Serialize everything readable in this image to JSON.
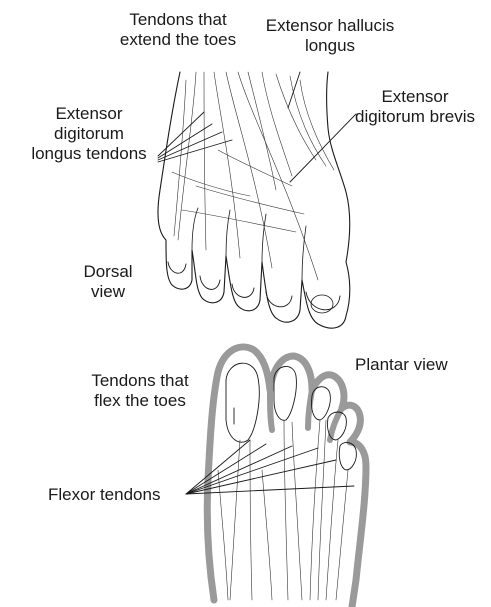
{
  "dorsal": {
    "toes_extend_label": "Tendons that\nextend the toes",
    "hallucis_label": "Extensor hallucis\nlongus",
    "digitorum_longus_label": "Extensor\ndigitorum\nlongus tendons",
    "digitorum_brevis_label": "Extensor\ndigitorum brevis",
    "view_label": "Dorsal\nview"
  },
  "plantar": {
    "view_label": "Plantar view",
    "toes_flex_label": "Tendons that\nflex the toes",
    "flexor_label": "Flexor tendons"
  },
  "colors": {
    "ink": "#1a1a1a",
    "outline_gray": "#9a9a9a",
    "background": "#ffffff"
  }
}
